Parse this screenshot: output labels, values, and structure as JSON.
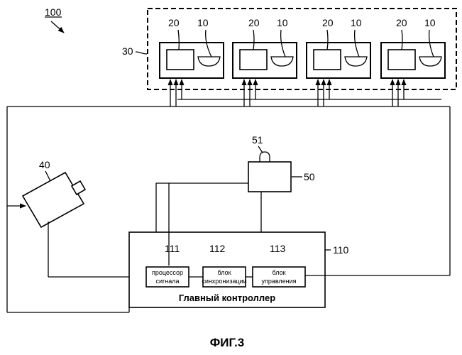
{
  "figure": {
    "ref": "100",
    "caption": "ФИГ.3"
  },
  "array": {
    "ref": "30",
    "lamps": [
      {
        "ctrl_ref": "20",
        "lamp_ref": "10"
      },
      {
        "ctrl_ref": "20",
        "lamp_ref": "10"
      },
      {
        "ctrl_ref": "20",
        "lamp_ref": "10"
      },
      {
        "ctrl_ref": "20",
        "lamp_ref": "10"
      }
    ]
  },
  "camera": {
    "ref": "40"
  },
  "remote": {
    "ref": "50",
    "button_ref": "51"
  },
  "controller": {
    "ref": "110",
    "title": "Главный контроллер",
    "blocks": [
      {
        "ref": "111",
        "line1": "процессор",
        "line2": "сигнала"
      },
      {
        "ref": "112",
        "line1": "блок",
        "line2": "синхронизации"
      },
      {
        "ref": "113",
        "line1": "блок",
        "line2": "управления"
      }
    ]
  }
}
